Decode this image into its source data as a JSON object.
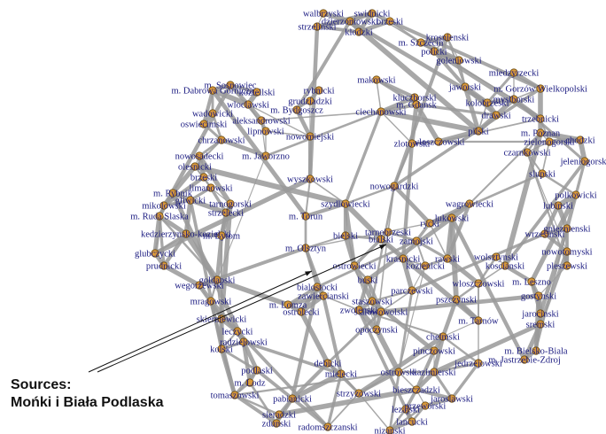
{
  "colors": {
    "edge": "#9a9a9a",
    "node_fill": "#d99a3a",
    "node_stroke": "#6a4a12",
    "label": "#1a1a80",
    "arrow": "#111111"
  },
  "annotation": {
    "line1": "Sources:",
    "line2": "Mońki i Biała Podlaska"
  },
  "nodes": [
    {
      "id": "walbrzyski",
      "label": "walbrzyski"
    },
    {
      "id": "swidnicki",
      "label": "swidnicki"
    },
    {
      "id": "dzierzoniowski",
      "label": "dzierzoniowski"
    },
    {
      "id": "strzelinski",
      "label": "strzelinski"
    },
    {
      "id": "klodzki",
      "label": "klodzki"
    },
    {
      "id": "brzeski_o",
      "label": "brzeski"
    },
    {
      "id": "krosnienski",
      "label": "krosnienski"
    },
    {
      "id": "m_szczecin",
      "label": "m. Szczecin"
    },
    {
      "id": "policki",
      "label": "policki"
    },
    {
      "id": "goleniowski",
      "label": "goleniowski"
    },
    {
      "id": "miedzyrzecki",
      "label": "miedzyrzecki"
    },
    {
      "id": "jaworski",
      "label": "jaworski"
    },
    {
      "id": "m_gorzow",
      "label": "m. Gorzów Wielkopolski"
    },
    {
      "id": "myslborski",
      "label": "myslborski"
    },
    {
      "id": "kolobrzeski",
      "label": "kolobrzeski"
    },
    {
      "id": "drawski",
      "label": "drawski"
    },
    {
      "id": "trzebnicki",
      "label": "trzebnicki"
    },
    {
      "id": "pilski",
      "label": "pilski"
    },
    {
      "id": "m_poznan",
      "label": "m. Poznan"
    },
    {
      "id": "zielonogorski",
      "label": "zielonogorski"
    },
    {
      "id": "chodzki",
      "label": "chodzki"
    },
    {
      "id": "czarnkowski",
      "label": "czarnkowski"
    },
    {
      "id": "jeleniogorski",
      "label": "jeleniogorski"
    },
    {
      "id": "slupski",
      "label": "slupski"
    },
    {
      "id": "rybnicki",
      "label": "rybnicki"
    },
    {
      "id": "grudziadzki",
      "label": "grudziadzki"
    },
    {
      "id": "makowski",
      "label": "makowski"
    },
    {
      "id": "m_sosnowiec",
      "label": "m. Sosnowiec"
    },
    {
      "id": "m_dabrowa",
      "label": "m. Dabrowa Górnicza"
    },
    {
      "id": "koziellski",
      "label": "koziellski"
    },
    {
      "id": "m_bydgoszcz",
      "label": "m. Bydgoszcz"
    },
    {
      "id": "wloclawski",
      "label": "wloclawski"
    },
    {
      "id": "kluczborski",
      "label": "kluczborski"
    },
    {
      "id": "m_gdansk",
      "label": "m. Gdansk"
    },
    {
      "id": "wadowicki",
      "label": "wadowicki"
    },
    {
      "id": "oswiecimski",
      "label": "oswiecimski"
    },
    {
      "id": "aleksandrowski",
      "label": "aleksandrowski"
    },
    {
      "id": "lipnowski",
      "label": "lipnowski"
    },
    {
      "id": "ciechanowski",
      "label": "ciechanowski"
    },
    {
      "id": "chrzanowski",
      "label": "chrzanowski"
    },
    {
      "id": "nowomiejski",
      "label": "nowomiejski"
    },
    {
      "id": "nowosadecki",
      "label": "nowosadecki"
    },
    {
      "id": "m_jaworzno",
      "label": "m. Jaworzno"
    },
    {
      "id": "wloszczowski",
      "label": "wloszczowski"
    },
    {
      "id": "zlotowski",
      "label": "zlotowski"
    },
    {
      "id": "olesnicki",
      "label": "olesnicki"
    },
    {
      "id": "brzeski_m",
      "label": "brzeski"
    },
    {
      "id": "limanowski",
      "label": "limanowski"
    },
    {
      "id": "m_rybnik",
      "label": "m. Rybnik"
    },
    {
      "id": "gliwicki",
      "label": "gliwicki"
    },
    {
      "id": "mikolowski",
      "label": "mikolowski"
    },
    {
      "id": "m_ruda",
      "label": "m. Ruda Slaska"
    },
    {
      "id": "tarnogorski",
      "label": "tarnogorski"
    },
    {
      "id": "strzelecki",
      "label": "strzelecki"
    },
    {
      "id": "kedzierzynsko",
      "label": "kedzierzynsko-kozielski"
    },
    {
      "id": "m_bytom",
      "label": "m. Bytom"
    },
    {
      "id": "glubczycki",
      "label": "glubczycki"
    },
    {
      "id": "prudnicki",
      "label": "prudnicki"
    },
    {
      "id": "wegorzewski",
      "label": "wegorzewski"
    },
    {
      "id": "goldapski",
      "label": "goldapski"
    },
    {
      "id": "mragowski",
      "label": "mragowski"
    },
    {
      "id": "skierniewicki",
      "label": "skierniewicki"
    },
    {
      "id": "leczycki",
      "label": "leczycki"
    },
    {
      "id": "kolski",
      "label": "kolski"
    },
    {
      "id": "radziejowski",
      "label": "radziejowski"
    },
    {
      "id": "podlaski",
      "label": "podlaski"
    },
    {
      "id": "m_lodz",
      "label": "m. Lodz"
    },
    {
      "id": "tomaszowski",
      "label": "tomaszowski"
    },
    {
      "id": "sieradzki",
      "label": "sieradzki"
    },
    {
      "id": "zdunski",
      "label": "zdunski"
    },
    {
      "id": "pabianicki",
      "label": "pabianicki"
    },
    {
      "id": "radomszczanski",
      "label": "radomszczanski"
    },
    {
      "id": "wyszkowski",
      "label": "wyszkowski"
    },
    {
      "id": "m_torun",
      "label": "m. Torun"
    },
    {
      "id": "bielski",
      "label": "bielski"
    },
    {
      "id": "tarnobrzeski",
      "label": "tarnobrzeski"
    },
    {
      "id": "bialski",
      "label": "bialski"
    },
    {
      "id": "zamojski",
      "label": "zamojski"
    },
    {
      "id": "kraśnicki",
      "label": "krasnicki"
    },
    {
      "id": "rawski",
      "label": "rawski"
    },
    {
      "id": "wloszczowski2",
      "label": "wloszczowski"
    },
    {
      "id": "m_olsztyn",
      "label": "m. Olsztyn"
    },
    {
      "id": "bialostocki",
      "label": "bialostocki"
    },
    {
      "id": "zawiercianski",
      "label": "zawiercianski"
    },
    {
      "id": "m_lomza",
      "label": "m. Lomza"
    },
    {
      "id": "ostrolecki",
      "label": "ostrolecki"
    },
    {
      "id": "opoczynski",
      "label": "opoczynski"
    },
    {
      "id": "ostrowski",
      "label": "ostrowski"
    },
    {
      "id": "m_tarnow",
      "label": "m. Tarnów"
    },
    {
      "id": "pszczynski",
      "label": "pszczynski"
    },
    {
      "id": "m_bielsko",
      "label": "m. Bielsko-Biala"
    },
    {
      "id": "m_jastrzebie",
      "label": "m. Jastrzebie-Zdroj"
    },
    {
      "id": "gostynski",
      "label": "gostynski"
    },
    {
      "id": "jarocinski",
      "label": "jarocinski"
    },
    {
      "id": "sremski",
      "label": "sremski"
    },
    {
      "id": "wolsztynski",
      "label": "wolsztynski"
    },
    {
      "id": "kościanski",
      "label": "koscianski"
    },
    {
      "id": "m_leszno",
      "label": "m. Leszno"
    },
    {
      "id": "pleszewski",
      "label": "pleszewski"
    },
    {
      "id": "wrzesinski",
      "label": "wrzesinski"
    },
    {
      "id": "gnieznienski",
      "label": "gnieznienski"
    },
    {
      "id": "nowotomyski",
      "label": "nowotomyski"
    },
    {
      "id": "polkowicki",
      "label": "polkowicki"
    },
    {
      "id": "lubinski",
      "label": "lubinski"
    },
    {
      "id": "wagrowiecki",
      "label": "wagrowiecki"
    },
    {
      "id": "strzyzowski",
      "label": "strzyzowski"
    },
    {
      "id": "biesz",
      "label": "bieszczadzki"
    },
    {
      "id": "lezajski",
      "label": "lezajski"
    },
    {
      "id": "przeworski",
      "label": "przeworski"
    },
    {
      "id": "niżanski",
      "label": "nizanski"
    },
    {
      "id": "jarosławski",
      "label": "jaroslawski"
    },
    {
      "id": "lancucki",
      "label": "lancucki"
    },
    {
      "id": "debicki",
      "label": "debicki"
    },
    {
      "id": "mielecki",
      "label": "mielecki"
    },
    {
      "id": "stalowowolski",
      "label": "stalowowolski"
    },
    {
      "id": "staszowski",
      "label": "staszowski"
    },
    {
      "id": "parczewski",
      "label": "parczewski"
    },
    {
      "id": "zwolenski",
      "label": "zwolenski"
    },
    {
      "id": "nowogardzki",
      "label": "nowogardzki"
    },
    {
      "id": "chelmski",
      "label": "chelmski"
    },
    {
      "id": "lukowski",
      "label": "lukowski"
    },
    {
      "id": "rycki",
      "label": "rycki"
    },
    {
      "id": "kozienicki",
      "label": "kozienicki"
    },
    {
      "id": "szydlowiecki",
      "label": "szydlowiecki"
    },
    {
      "id": "ostrowiecki",
      "label": "ostrowiecki"
    },
    {
      "id": "buski",
      "label": "buski"
    },
    {
      "id": "pinczowski",
      "label": "pinczowski"
    },
    {
      "id": "jedrzejowski",
      "label": "jedrzejowski"
    },
    {
      "id": "kazimierski",
      "label": "kazimierski"
    }
  ]
}
